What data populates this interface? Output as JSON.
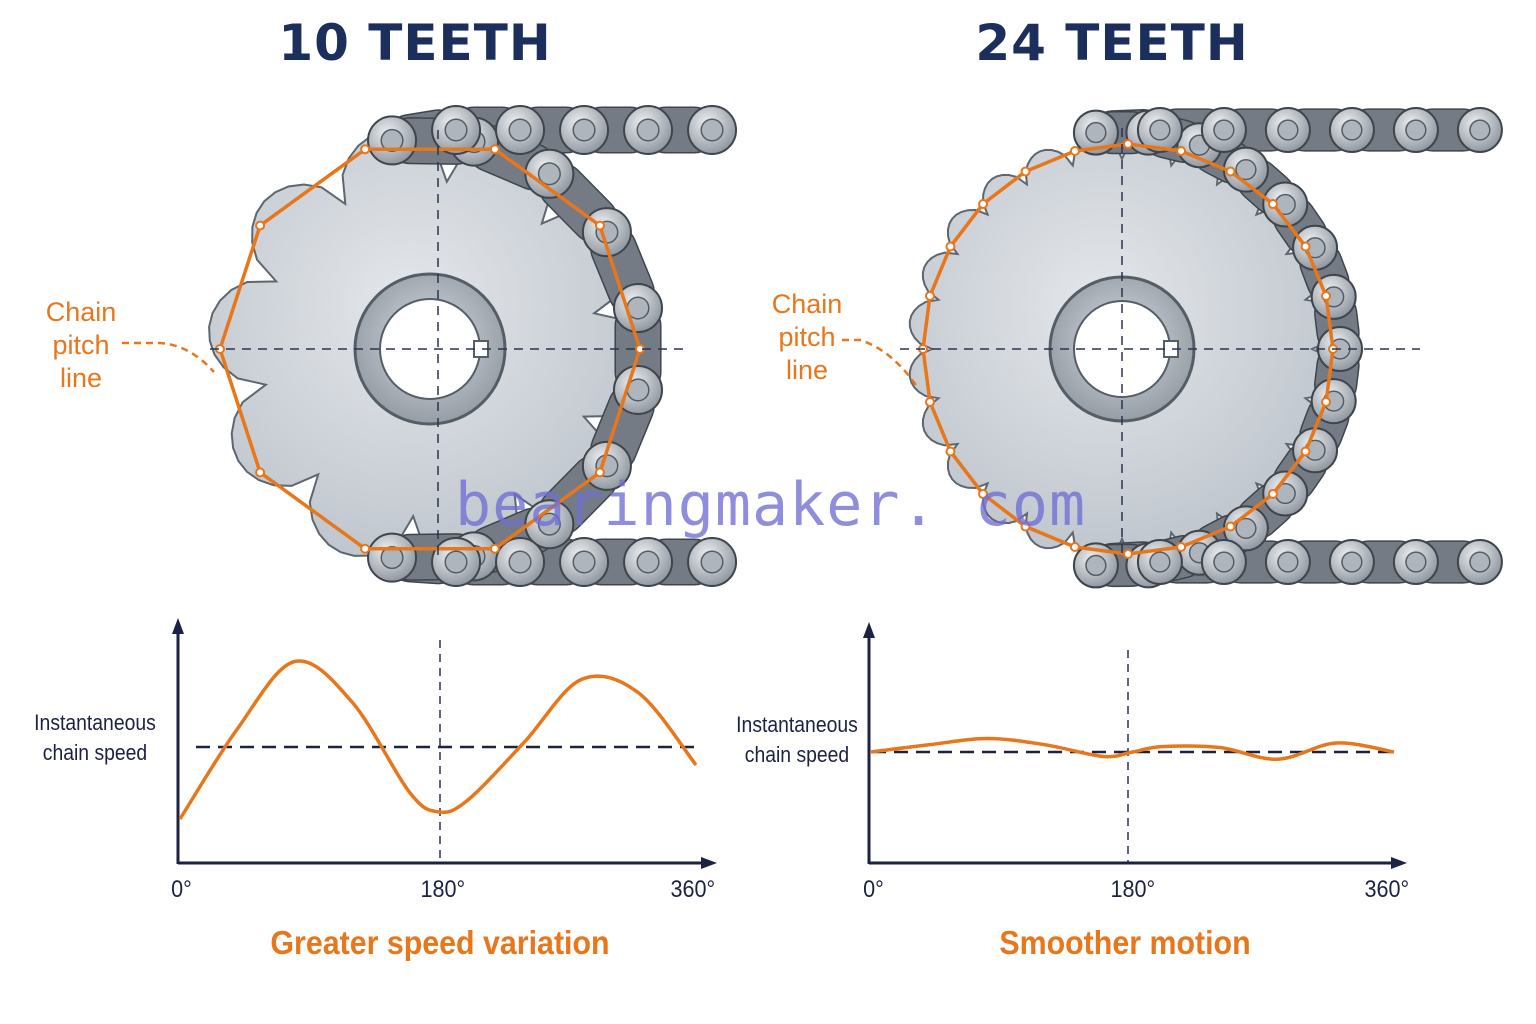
{
  "left_panel": {
    "title": "10 TEETH",
    "callout": [
      "Chain",
      "pitch",
      "line"
    ],
    "graph": {
      "y_label": [
        "Instantaneous",
        "chain speed"
      ],
      "x_ticks": [
        "0°",
        "180°",
        "360°"
      ],
      "caption": "Greater speed variation"
    }
  },
  "right_panel": {
    "title": "24 TEETH",
    "callout": [
      "Chain",
      "pitch",
      "line"
    ],
    "graph": {
      "y_label": [
        "Instantaneous",
        "chain speed"
      ],
      "x_ticks": [
        "0°",
        "180°",
        "360°"
      ],
      "caption": "Smoother motion"
    }
  },
  "watermark": "bearingmaker. com",
  "colors": {
    "title": "#1c2f5c",
    "accent_orange": "#e8761b",
    "axis": "#1c2244",
    "sprocket": "#c7cdd4",
    "chain": "#6d747d"
  },
  "chart_data": [
    {
      "type": "line",
      "series": [
        {
          "shape": "large-amplitude wave",
          "x": [
            0,
            40,
            80,
            120,
            160,
            180,
            200,
            240,
            280,
            320,
            360
          ],
          "y": [
            -0.8,
            0.2,
            0.95,
            0.5,
            -0.5,
            -0.72,
            -0.6,
            0.05,
            0.75,
            0.6,
            -0.2
          ]
        }
      ],
      "xlabel": "",
      "ylabel": "Instantaneous chain speed",
      "x_ticks": [
        "0°",
        "180°",
        "360°"
      ],
      "xlim": [
        0,
        360
      ],
      "reference_line": "average speed (dashed)",
      "grid": false
    },
    {
      "type": "line",
      "series": [
        {
          "shape": "small-amplitude wave",
          "x": [
            0,
            40,
            80,
            120,
            160,
            180,
            200,
            240,
            280,
            320,
            360
          ],
          "y": [
            0,
            0.08,
            0.15,
            0.08,
            -0.05,
            0,
            0.06,
            0.05,
            -0.08,
            0.1,
            0
          ]
        }
      ],
      "xlabel": "",
      "ylabel": "Instantaneous chain speed",
      "x_ticks": [
        "0°",
        "180°",
        "360°"
      ],
      "xlim": [
        0,
        360
      ],
      "reference_line": "average speed (dashed)",
      "grid": false
    }
  ]
}
